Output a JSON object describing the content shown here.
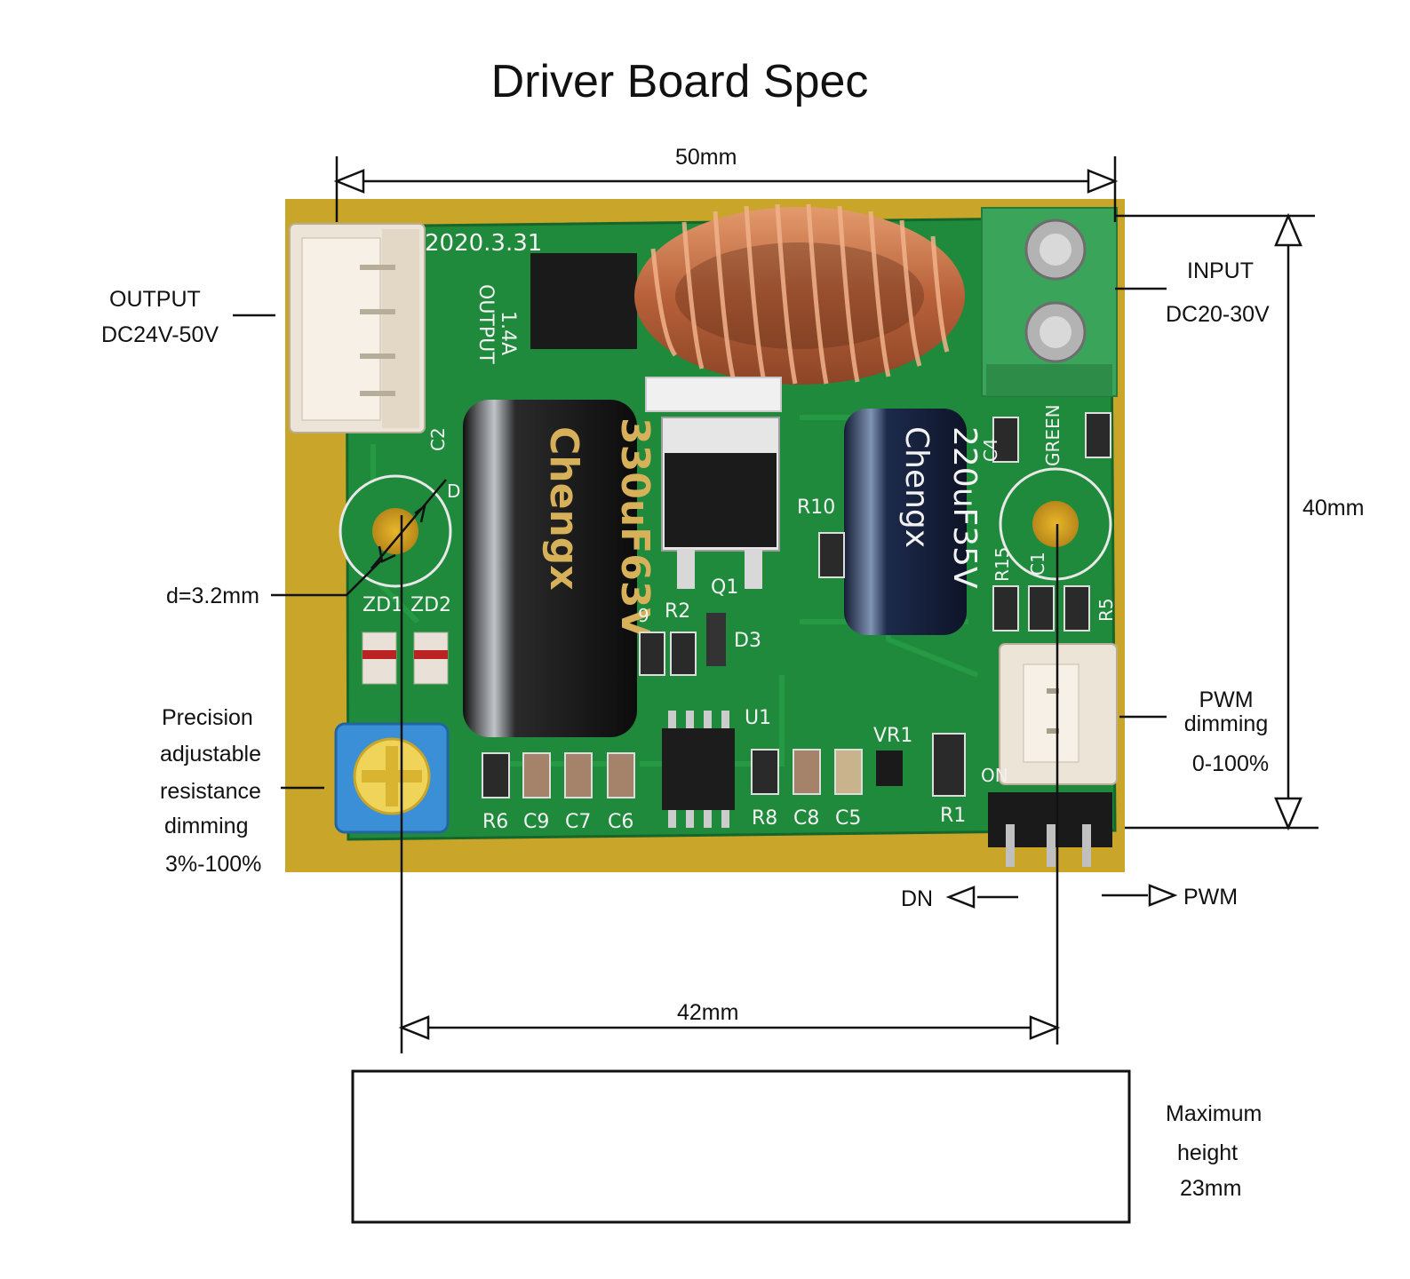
{
  "title": "Driver Board Spec",
  "dimensions": {
    "width_top": "50mm",
    "height_right": "40mm",
    "hole_spacing": "42mm",
    "hole_diameter": "d=3.2mm"
  },
  "output": {
    "line1": "OUTPUT",
    "line2": "DC24V-50V"
  },
  "input": {
    "line1": "INPUT",
    "line2": "DC20-30V"
  },
  "pwm_dimming": {
    "line1": "PWM",
    "line2": "dimming",
    "line3": "0-100%"
  },
  "resistance_dimming": {
    "line1": "Precision",
    "line2": "adjustable",
    "line3": "resistance",
    "line4": "dimming",
    "line5": "3%-100%"
  },
  "jumper": {
    "left": "DN",
    "right": "PWM"
  },
  "max_height": {
    "line1": "Maximum",
    "line2": "height",
    "line3": "23mm"
  },
  "board_silkscreen": {
    "date": "2020.3.31",
    "output_rating_1": "1.4A",
    "output_rating_2": "OUTPUT",
    "labels": [
      "ZD1",
      "ZD2",
      "R10",
      "Q1",
      "R2",
      "D3",
      "U1",
      "VR1",
      "R1",
      "R6",
      "C9",
      "C7",
      "C6",
      "R8",
      "C8",
      "C5",
      "C4",
      "GREEN",
      "R15",
      "C1",
      "R5",
      "ON",
      "C2",
      "D",
      "9"
    ],
    "cap_big": "330uF63V",
    "cap_small": "220uF35V",
    "cap_brand": "Chengx"
  },
  "colors": {
    "pcb_green": "#1f8a3c",
    "background_yellow": "#c9a52a",
    "connector_white": "#ece4d6",
    "terminal_green": "#3aa55a",
    "coil_copper": "#c8774a",
    "pot_blue": "#3a8fd6",
    "line_black": "#111111"
  }
}
